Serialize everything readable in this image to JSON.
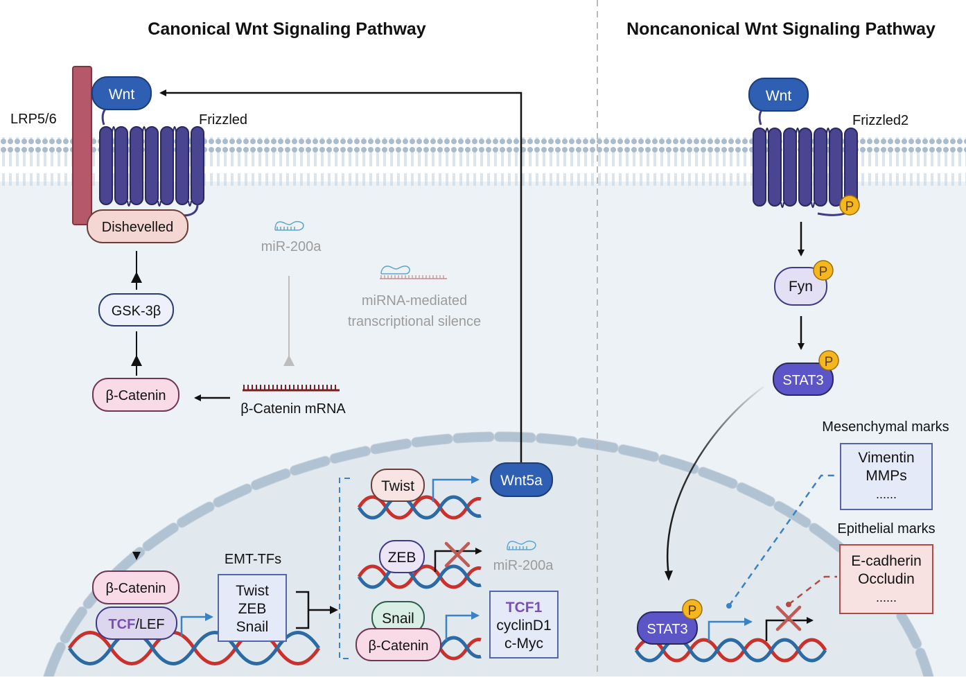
{
  "titles": {
    "canonical": "Canonical Wnt Signaling Pathway",
    "noncanonical": "Noncanonical Wnt Signaling Pathway"
  },
  "canonical": {
    "wnt": "Wnt",
    "lrp": "LRP5/6",
    "frizzled": "Frizzled",
    "dishevelled": "Dishevelled",
    "gsk": "GSK-3β",
    "bcatenin": "β-Catenin",
    "mrna": "β-Catenin mRNA",
    "mir": "miR-200a",
    "silence_line1": "miRNA-mediated",
    "silence_line2": "transcriptional silence",
    "nuclear_bcatenin": "β-Catenin",
    "tcf": "TCF",
    "lef": "/LEF",
    "emt_label": "EMT-TFs",
    "emt_items": [
      "Twist",
      "ZEB",
      "Snail"
    ],
    "twist": "Twist",
    "wnt5a": "Wnt5a",
    "zeb": "ZEB",
    "zeb_mir": "miR-200a",
    "snail": "Snail",
    "snail_bcatenin": "β-Catenin",
    "targets": [
      "TCF1",
      "cyclinD1",
      "c-Myc"
    ]
  },
  "noncanonical": {
    "wnt": "Wnt",
    "frizzled2": "Frizzled2",
    "p": "P",
    "fyn": "Fyn",
    "stat3": "STAT3",
    "nuclear_stat3": "STAT3",
    "mesenchymal_title": "Mesenchymal marks",
    "mesenchymal_items": [
      "Vimentin",
      "MMPs",
      "......"
    ],
    "epithelial_title": "Epithelial marks",
    "epithelial_items": [
      "E-cadherin",
      "Occludin",
      "......"
    ]
  },
  "colors": {
    "wnt_blue": "#2f5fb3",
    "receptor_purple": "#3f3b85",
    "lrp_red": "#b5586a",
    "dishevelled_pink": "#f4d6d3",
    "bcatenin_pink": "#f9dbe8",
    "stat3_purple": "#5b55c8",
    "p_yellow": "#f5b71d",
    "dna_red": "#c9312c",
    "dna_blue": "#2c6aa3",
    "arrow_blue": "#3b82c4",
    "membrane_gray": "#a7b8c8",
    "cell_fill": "#edf2f6",
    "nucleus_fill": "#e4ebf1"
  }
}
